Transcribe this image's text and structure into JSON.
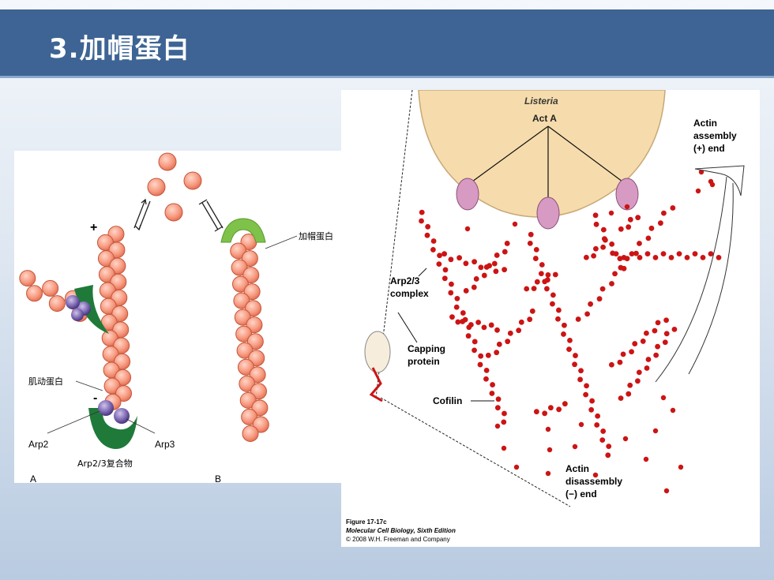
{
  "slide": {
    "title": "3.加帽蛋白"
  },
  "left_figure": {
    "label_plus": "+",
    "label_minus": "-",
    "capping_protein": "加帽蛋白",
    "actin": "肌动蛋白",
    "arp2": "Arp2",
    "arp3": "Arp3",
    "complex": "Arp2/3复合物",
    "panel_a": "A",
    "panel_b": "B"
  },
  "right_figure": {
    "listeria": "Listeria",
    "act_a": "Act A",
    "assembly_1": "Actin",
    "assembly_2": "assembly",
    "assembly_3": "(+) end",
    "arp_1": "Arp2/3",
    "arp_2": "complex",
    "capping_1": "Capping",
    "capping_2": "protein",
    "cofilin": "Cofilin",
    "disassembly_1": "Actin",
    "disassembly_2": "disassembly",
    "disassembly_3": "(−) end",
    "caption_1": "Figure 17-17c",
    "caption_2": "Molecular Cell Biology, Sixth Edition",
    "caption_3": "© 2008 W.H. Freeman and Company"
  },
  "colors": {
    "header": "#3d6494",
    "actin_left": "#f59a82",
    "capping": "#7ec24a",
    "arp": "#1f7a3a",
    "actin_right": "#cc1414",
    "bacterium": "#f6dcac"
  }
}
